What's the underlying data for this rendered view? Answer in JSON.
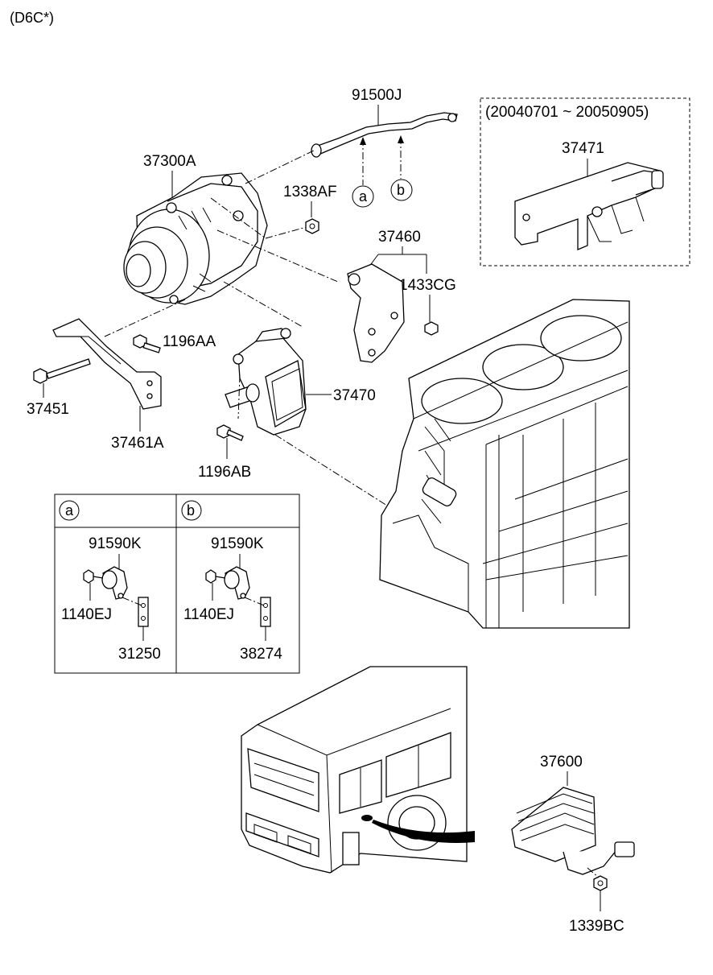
{
  "header": {
    "model_code": "(D6C*)"
  },
  "date_range": "(20040701 ~ 20050905)",
  "parts": {
    "p91500J": "91500J",
    "p37300A": "37300A",
    "p1338AF": "1338AF",
    "p37460": "37460",
    "p1433CG": "1433CG",
    "p1196AA": "1196AA",
    "p37451": "37451",
    "p37461A": "37461A",
    "p37470": "37470",
    "p1196AB": "1196AB",
    "p37471": "37471",
    "p37600": "37600",
    "p1339BC": "1339BC"
  },
  "callouts": {
    "a": "a",
    "b": "b"
  },
  "detail_a": {
    "marker": "a",
    "clamp": "91590K",
    "bolt": "1140EJ",
    "bracket": "31250"
  },
  "detail_b": {
    "marker": "b",
    "clamp": "91590K",
    "bolt": "1140EJ",
    "bracket": "38274"
  }
}
